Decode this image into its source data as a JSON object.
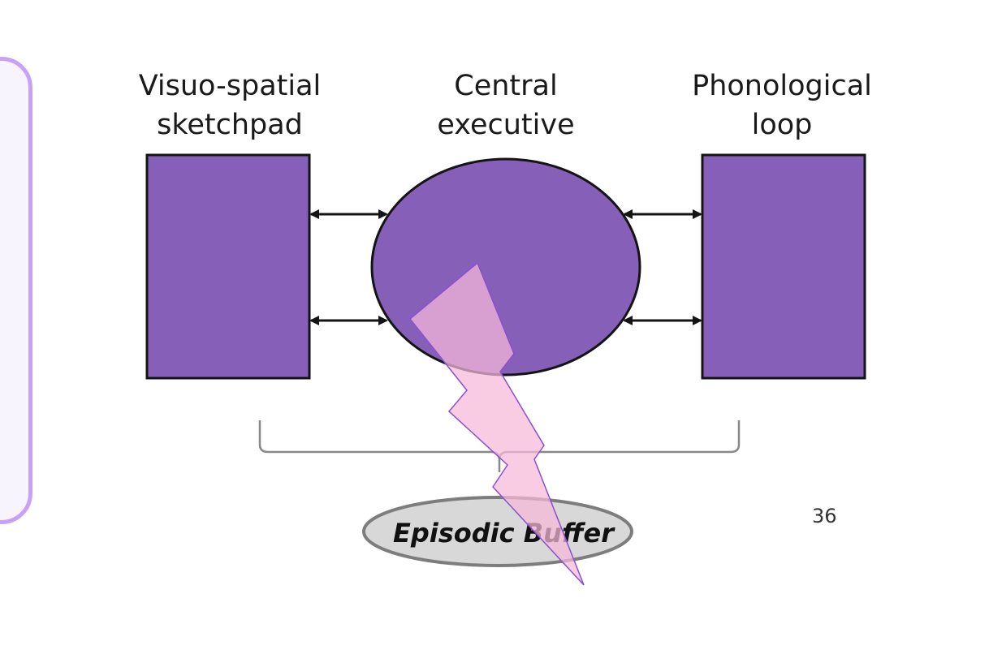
{
  "diagram": {
    "components": {
      "visuo_spatial": "Visuo-spatial\nsketchpad",
      "central_executive": "Central\nexecutive",
      "phonological_loop": "Phonological\nloop",
      "episodic_buffer": "Episodic Buffer"
    },
    "page_number": "36"
  },
  "colors": {
    "component_fill": "#8660b8",
    "outline": "#141414",
    "buffer_fill": "#d8d8d8",
    "buffer_stroke": "#7d7d7d",
    "bracket": "#888888",
    "lightning_fill": "#f6b8d9",
    "lightning_stroke": "#8a4fd0",
    "side_panel_border": "#c9a0f5"
  }
}
